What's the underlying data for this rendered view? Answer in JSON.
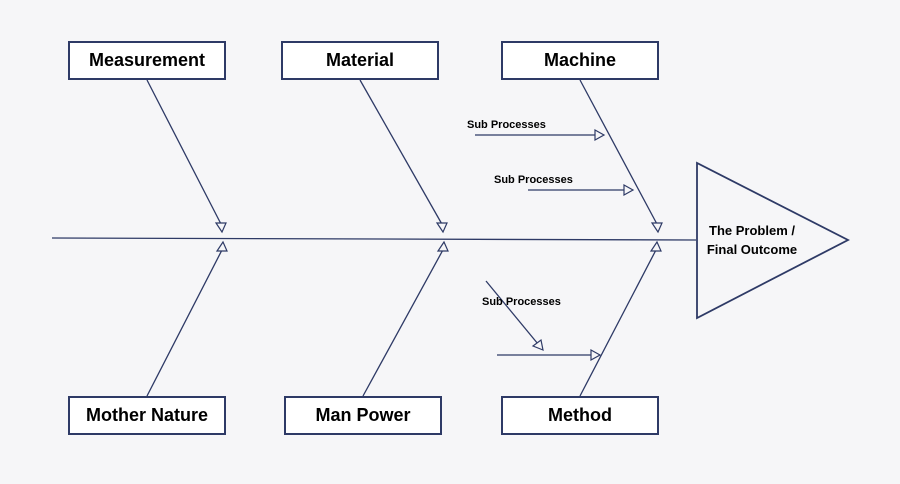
{
  "categories": {
    "measurement": "Measurement",
    "material": "Material",
    "machine": "Machine",
    "mother_nature": "Mother Nature",
    "man_power": "Man Power",
    "method": "Method"
  },
  "sub_processes": [
    "Sub Processes",
    "Sub Processes",
    "Sub Processes"
  ],
  "effect": {
    "line1": "The Problem /",
    "line2": "Final Outcome"
  },
  "colors": {
    "line": "#2e3a66",
    "box_border": "#2e3a66",
    "background": "#f6f6f8"
  }
}
